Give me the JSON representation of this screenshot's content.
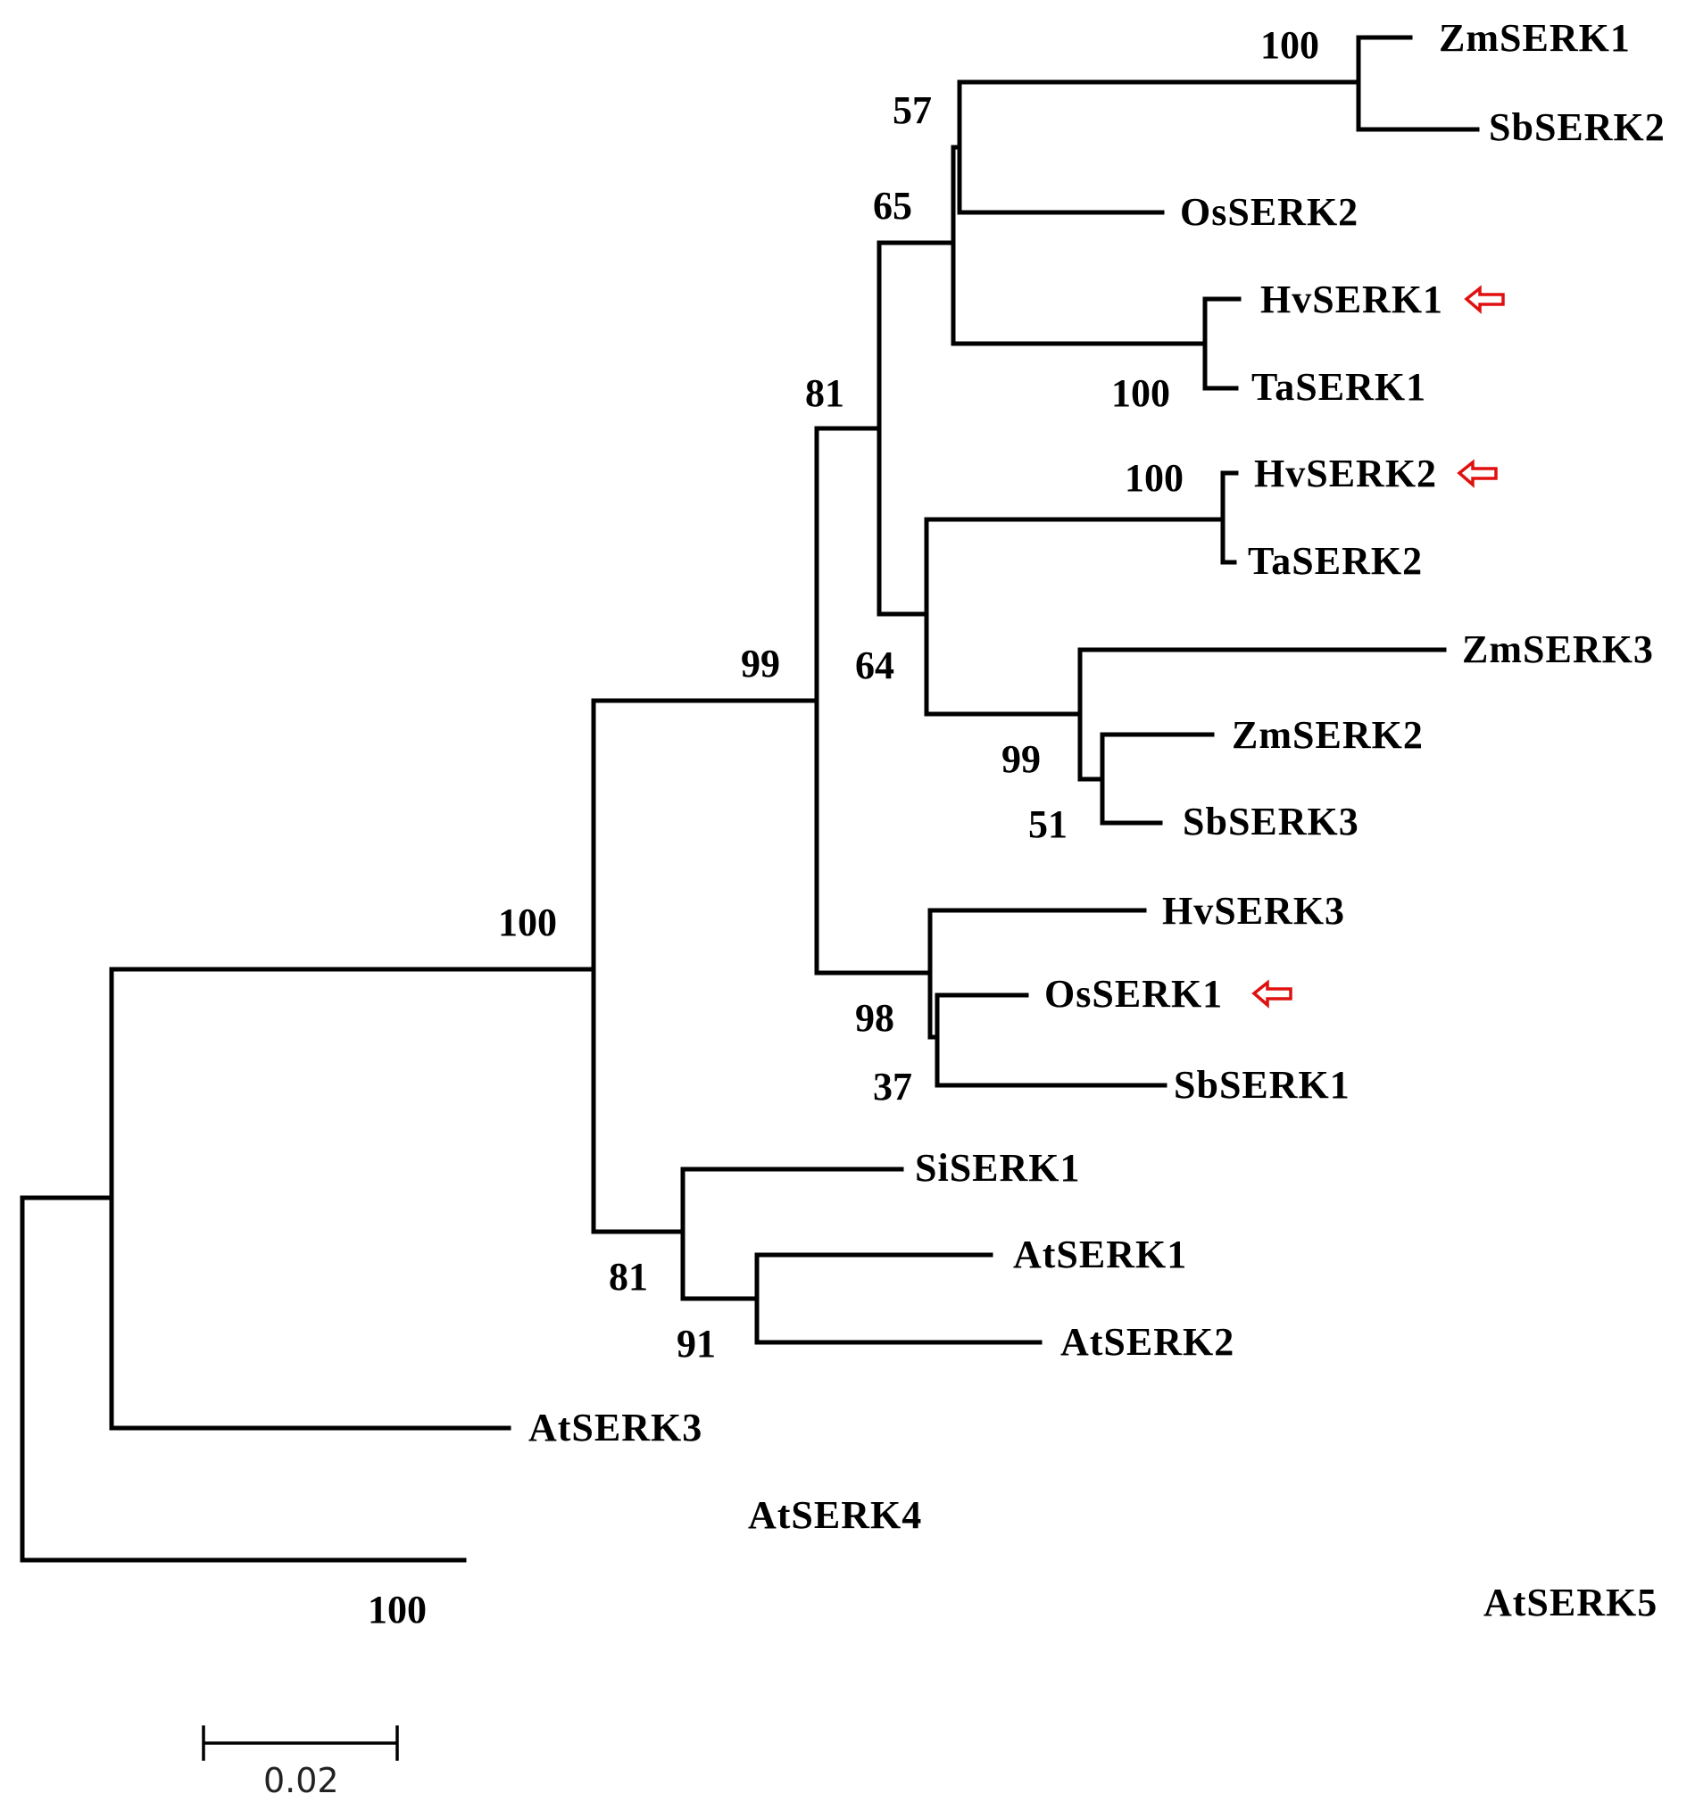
{
  "tree": {
    "taxa": [
      {
        "key": "ZmSERK1",
        "label": "ZmSERK1",
        "highlighted": false
      },
      {
        "key": "SbSERK2",
        "label": "SbSERK2",
        "highlighted": false
      },
      {
        "key": "OsSERK2",
        "label": "OsSERK2",
        "highlighted": false
      },
      {
        "key": "HvSERK1",
        "label": "HvSERK1",
        "highlighted": true
      },
      {
        "key": "TaSERK1",
        "label": "TaSERK1",
        "highlighted": false
      },
      {
        "key": "HvSERK2",
        "label": "HvSERK2",
        "highlighted": true
      },
      {
        "key": "TaSERK2",
        "label": "TaSERK2",
        "highlighted": false
      },
      {
        "key": "ZmSERK3",
        "label": "ZmSERK3",
        "highlighted": false
      },
      {
        "key": "ZmSERK2",
        "label": "ZmSERK2",
        "highlighted": false
      },
      {
        "key": "SbSERK3",
        "label": "SbSERK3",
        "highlighted": false
      },
      {
        "key": "HvSERK3",
        "label": "HvSERK3",
        "highlighted": false
      },
      {
        "key": "OsSERK1",
        "label": "OsSERK1",
        "highlighted": true
      },
      {
        "key": "SbSERK1",
        "label": "SbSERK1",
        "highlighted": false
      },
      {
        "key": "SiSERK1",
        "label": "SiSERK1",
        "highlighted": false
      },
      {
        "key": "AtSERK1",
        "label": "AtSERK1",
        "highlighted": false
      },
      {
        "key": "AtSERK2",
        "label": "AtSERK2",
        "highlighted": false
      },
      {
        "key": "AtSERK3",
        "label": "AtSERK3",
        "highlighted": false
      },
      {
        "key": "AtSERK4",
        "label": "AtSERK4",
        "highlighted": false
      },
      {
        "key": "AtSERK5",
        "label": "AtSERK5",
        "highlighted": false
      }
    ],
    "bootstrap": [
      {
        "key": "zm1_sb2",
        "value": "100"
      },
      {
        "key": "zm1_sb2_os2",
        "value": "57"
      },
      {
        "key": "upper_grass",
        "value": "65"
      },
      {
        "key": "hv1_ta1",
        "value": "100"
      },
      {
        "key": "grass_core",
        "value": "81"
      },
      {
        "key": "hv2_ta2",
        "value": "100"
      },
      {
        "key": "serk2_group",
        "value": "64"
      },
      {
        "key": "zm3_group",
        "value": "99"
      },
      {
        "key": "zm2_sb3",
        "value": "51"
      },
      {
        "key": "monocot",
        "value": "99"
      },
      {
        "key": "serk1_grass",
        "value": "98"
      },
      {
        "key": "os1_sb1",
        "value": "37"
      },
      {
        "key": "serk12",
        "value": "100"
      },
      {
        "key": "dicot_serk",
        "value": "81"
      },
      {
        "key": "at1_at2",
        "value": "91"
      },
      {
        "key": "at4_at5",
        "value": "100"
      }
    ],
    "scale_bar": {
      "value": 0.02,
      "label": "0.02"
    },
    "arrow_color": "#e01010",
    "branch_color": "#000000"
  }
}
